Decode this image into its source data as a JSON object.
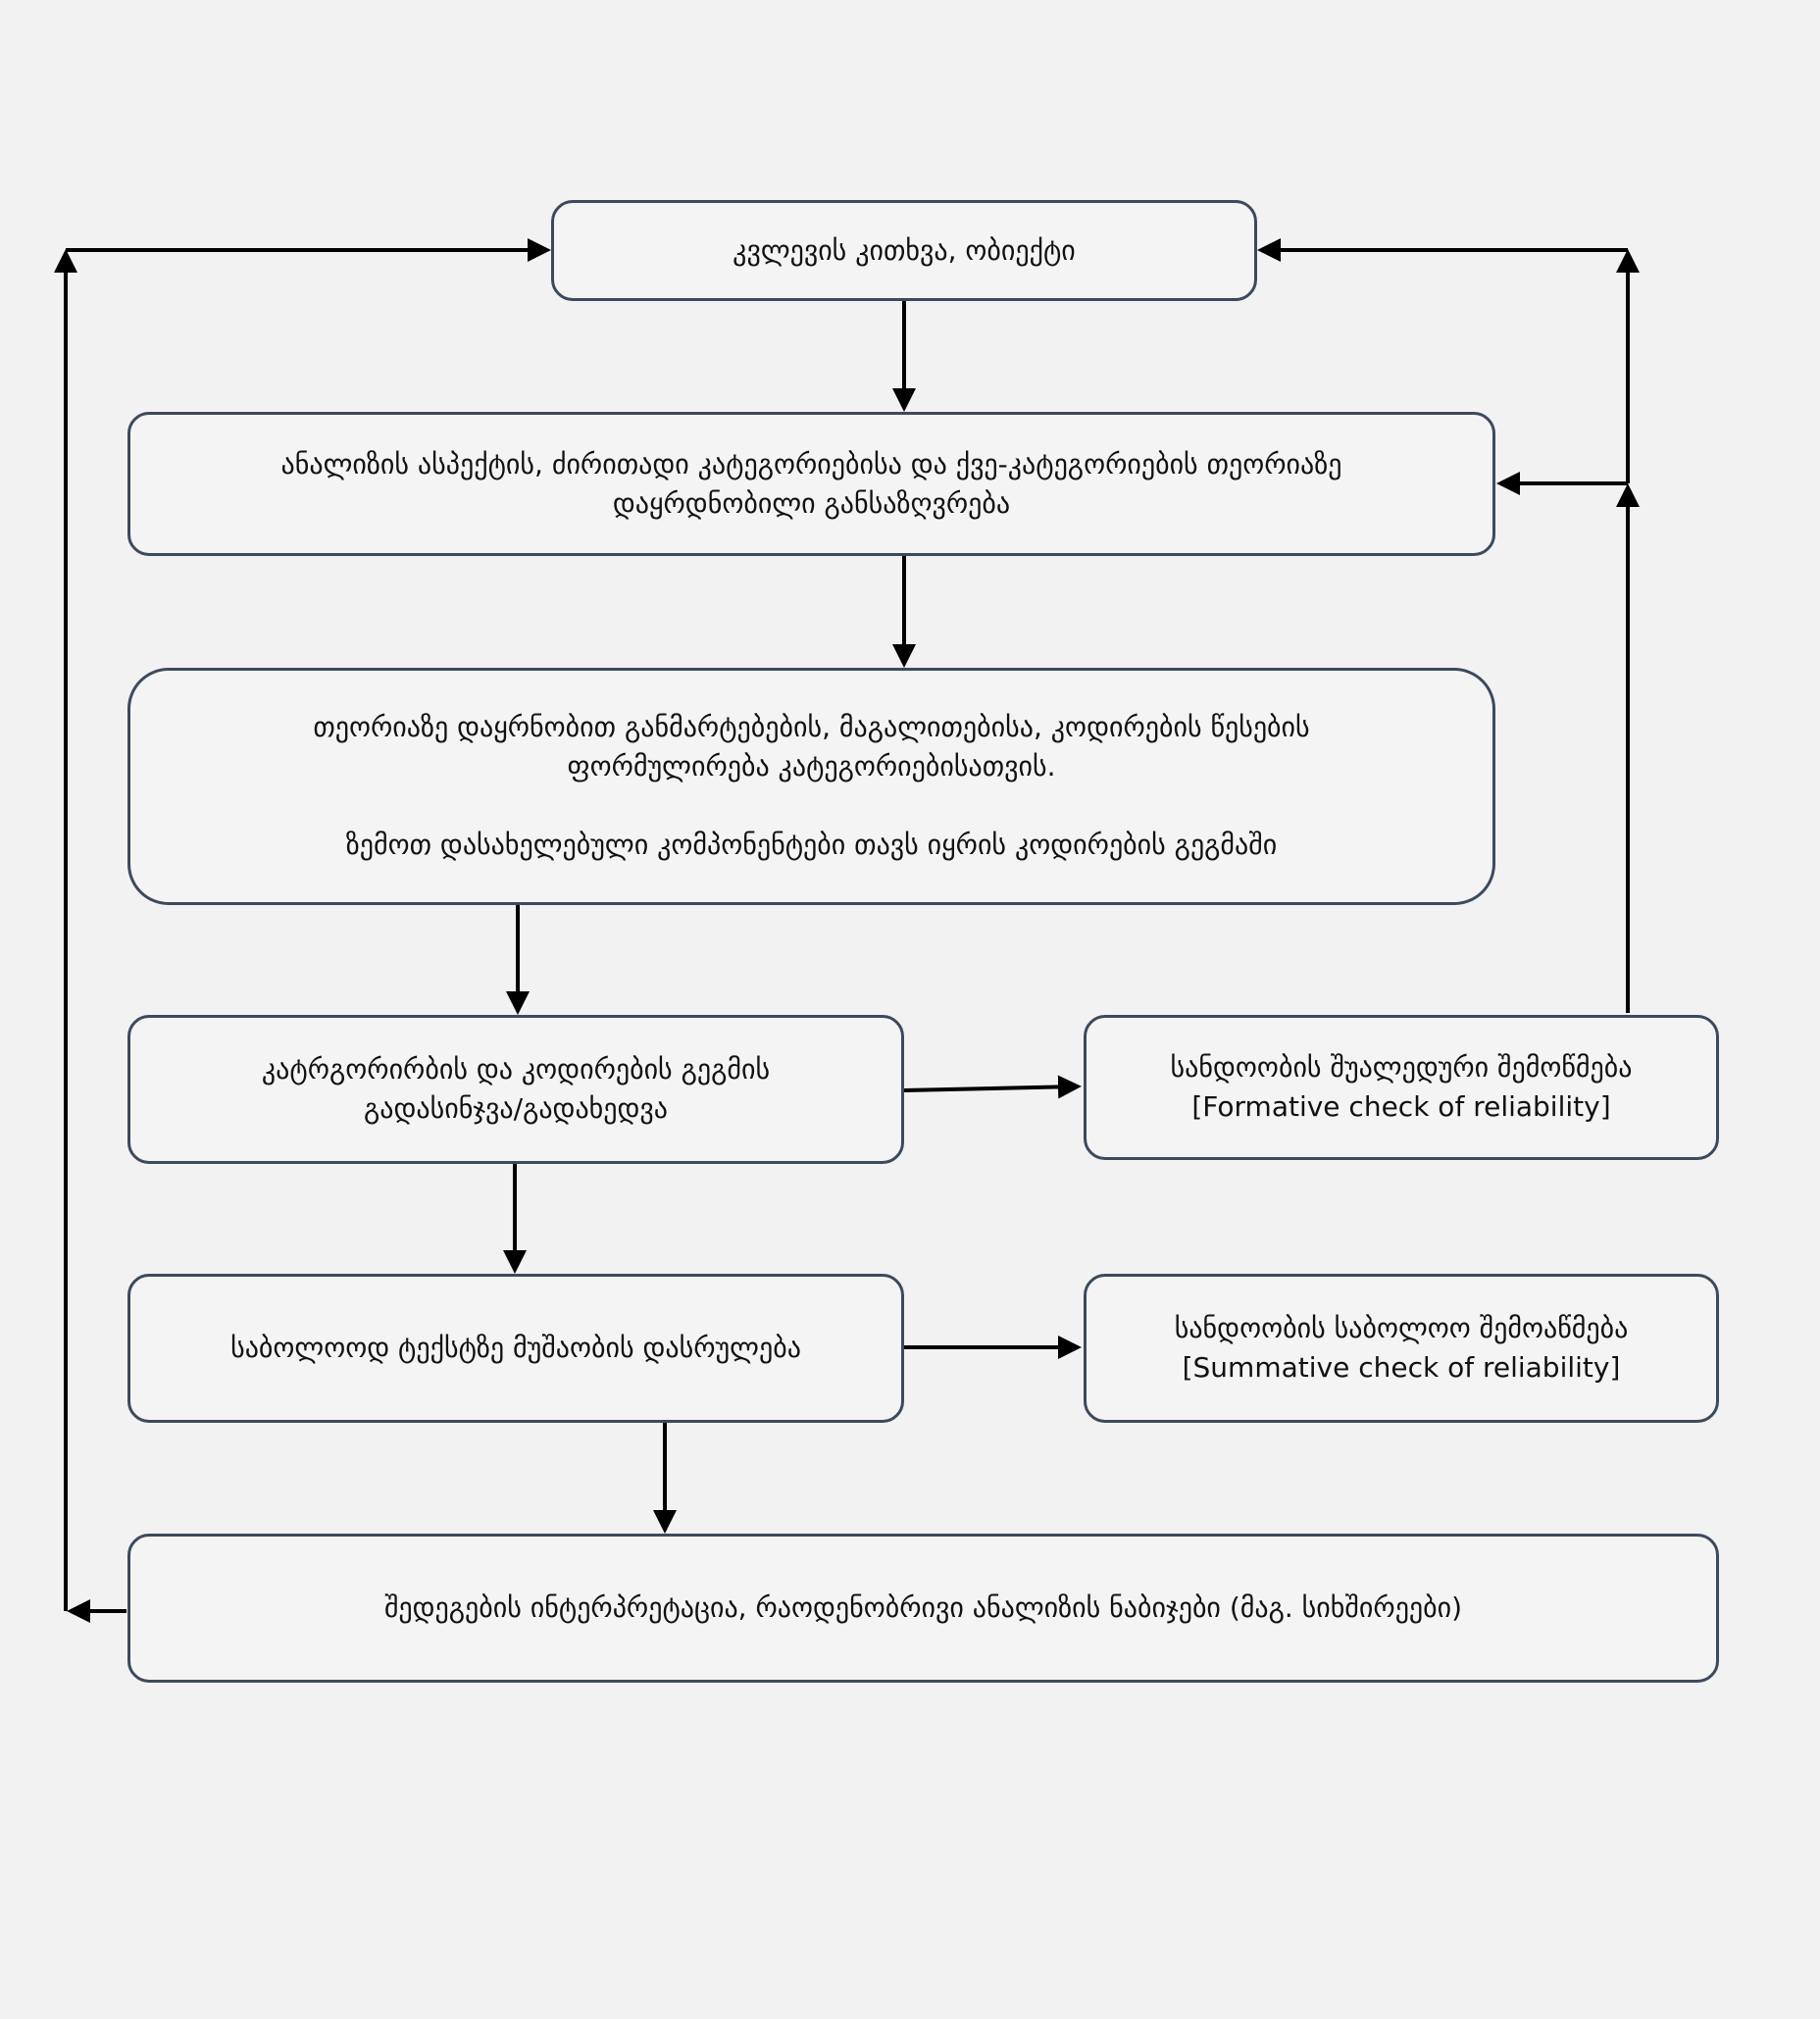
{
  "boxes": {
    "question": "კვლევის კითხვა, ობიექტი",
    "definition": [
      "ანალიზის ასპექტის, ძირითადი კატეგორიებისა და ქვე-კატეგორიების თეორიაზე",
      "დაყრდნობილი განსაზღვრება"
    ],
    "formulation": [
      "თეორიაზე დაყრნობით განმარტებების, მაგალითებისა, კოდირების წესების",
      "ფორმულირება კატეგორიებისათვის.",
      "ზემოთ დასახელებული კომპონენტები თავს იყრის კოდირების გეგმაში"
    ],
    "revision": [
      "კატრგორირბის და კოდირების გეგმის",
      "გადასინჯვა/გადახედვა"
    ],
    "formative": [
      "სანდოობის შუალედური შემოწმება",
      "[Formative check of reliability]"
    ],
    "final_work": "საბოლოოდ ტექსტზე მუშაობის დასრულება",
    "summative": [
      "სანდოობის საბოლოო შემოაწმება",
      "[Summative check of reliability]"
    ],
    "interpretation": "შედეგების ინტერპრეტაცია, რაოდენობრივი ანალიზის ნაბიჯები (მაგ. სიხშირეები)"
  }
}
